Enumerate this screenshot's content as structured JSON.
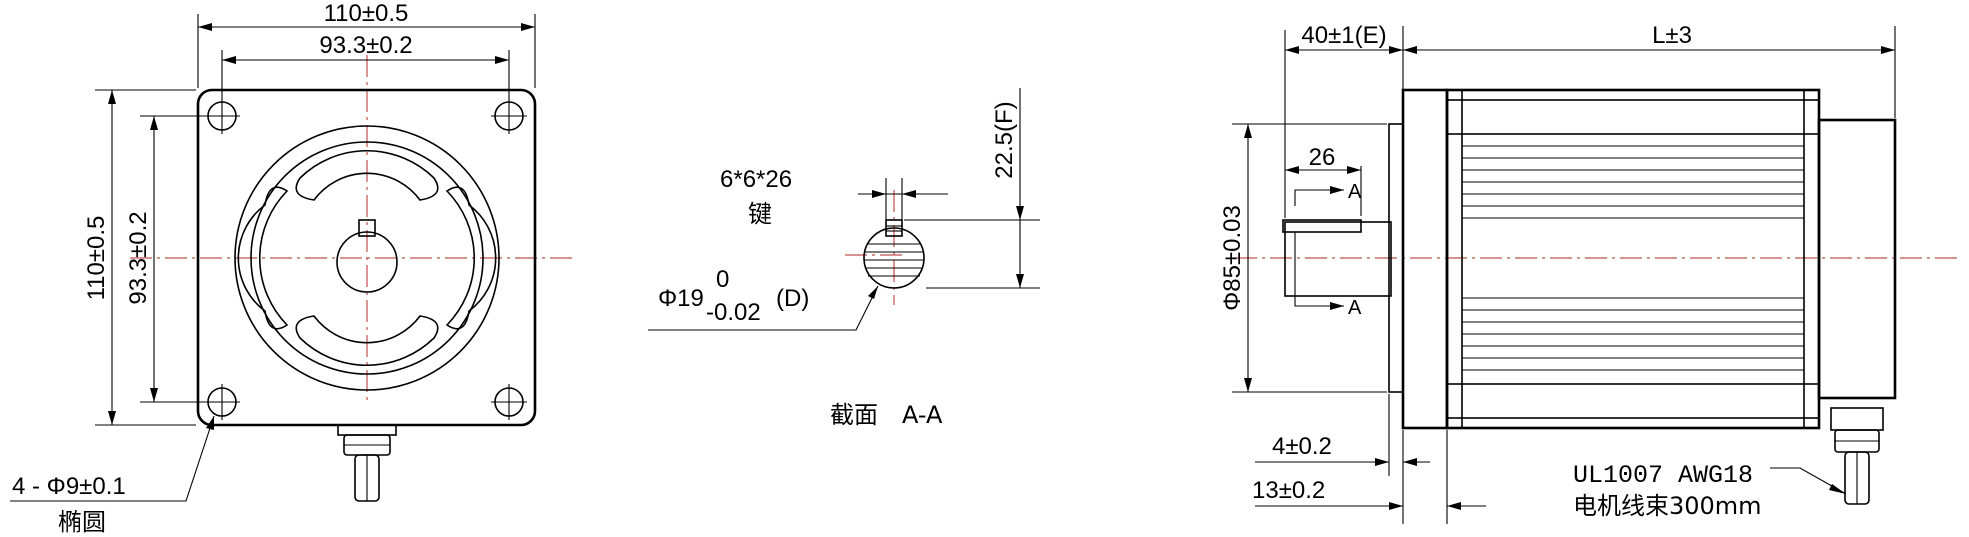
{
  "front_view": {
    "width_outer": "110±0.5",
    "width_holes": "93.3±0.2",
    "height_outer": "110±0.5",
    "height_holes": "93.3±0.2",
    "hole_spec": "4 - Φ9±0.1",
    "hole_shape": "椭圆"
  },
  "section_view": {
    "key_size": "6*6*26",
    "key_label": "键",
    "shaft_dia": "Φ19",
    "tol_upper": "0",
    "tol_lower": "-0.02",
    "tol_code": "(D)",
    "key_height": "22.5(F)",
    "title": "截面　A-A"
  },
  "side_view": {
    "shaft_length": "40±1(E)",
    "body_length": "L±3",
    "key_length": "26",
    "section_marker_top": "A",
    "section_marker_bottom": "A",
    "pilot_dia": "Φ85±0.03",
    "flange_a": "4±0.2",
    "flange_b": "13±0.2",
    "cable_spec": "UL1007 AWG18",
    "cable_desc": "电机线束300mm"
  }
}
